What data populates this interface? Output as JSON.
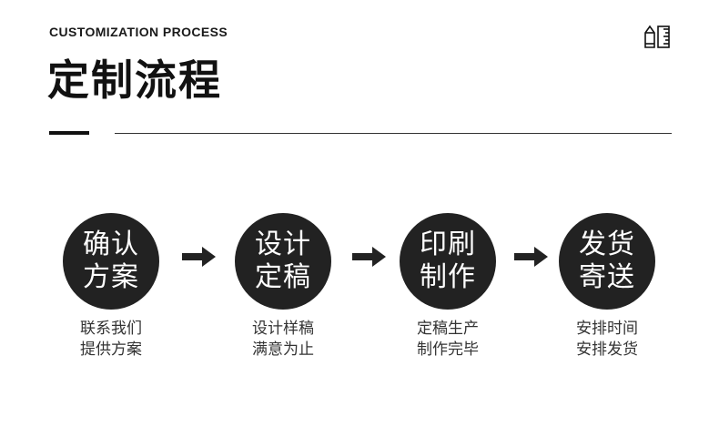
{
  "header": {
    "eyebrow": "CUSTOMIZATION PROCESS",
    "title": "定制流程",
    "decor_icon": "pencil-ruler-icon"
  },
  "steps": [
    {
      "circle_line1": "确认",
      "circle_line2": "方案",
      "desc_line1": "联系我们",
      "desc_line2": "提供方案"
    },
    {
      "circle_line1": "设计",
      "circle_line2": "定稿",
      "desc_line1": "设计样稿",
      "desc_line2": "满意为止"
    },
    {
      "circle_line1": "印刷",
      "circle_line2": "制作",
      "desc_line1": "定稿生产",
      "desc_line2": "制作完毕"
    },
    {
      "circle_line1": "发货",
      "circle_line2": "寄送",
      "desc_line1": "安排时间",
      "desc_line2": "安排发货"
    }
  ],
  "connector_icon": "arrow-right-icon",
  "colors": {
    "circle": "#222222",
    "text": "#111111",
    "accent_rule": "#111111"
  }
}
